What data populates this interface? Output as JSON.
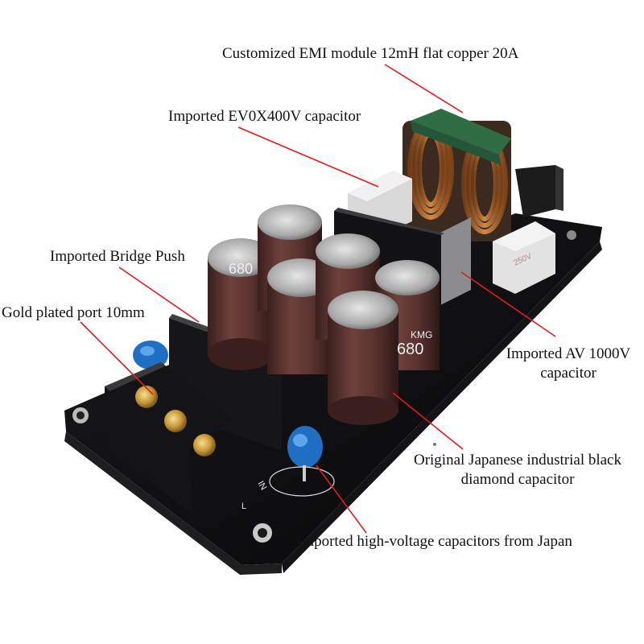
{
  "annotations": {
    "emi": "Customized EMI module 12mH flat copper 20A",
    "ev0x": "Imported EV0X400V capacitor",
    "bridge": "Imported Bridge Push",
    "gold_port": "Gold plated port 10mm",
    "av_line1": "Imported AV 1000V",
    "av_line2": "capacitor",
    "black_diamond_line1": "Original Japanese industrial black",
    "black_diamond_line2": "diamond capacitor",
    "hv_caps": "Imported high-voltage capacitors from Japan"
  },
  "board_markings": {
    "cap_large": "680",
    "cap_brand": "KMG",
    "film_cap": "250V",
    "in_label": "IN",
    "l_label": "L"
  },
  "colors": {
    "pcb": "#0c0c0e",
    "leader_line": "#e01c1c",
    "capacitor_body": "#5a3330",
    "y_capacitor": "#1f6fc4",
    "inductor_copper": "#b8692a",
    "inductor_core": "#2f6d44",
    "gold_screw": "#c99a3a"
  }
}
